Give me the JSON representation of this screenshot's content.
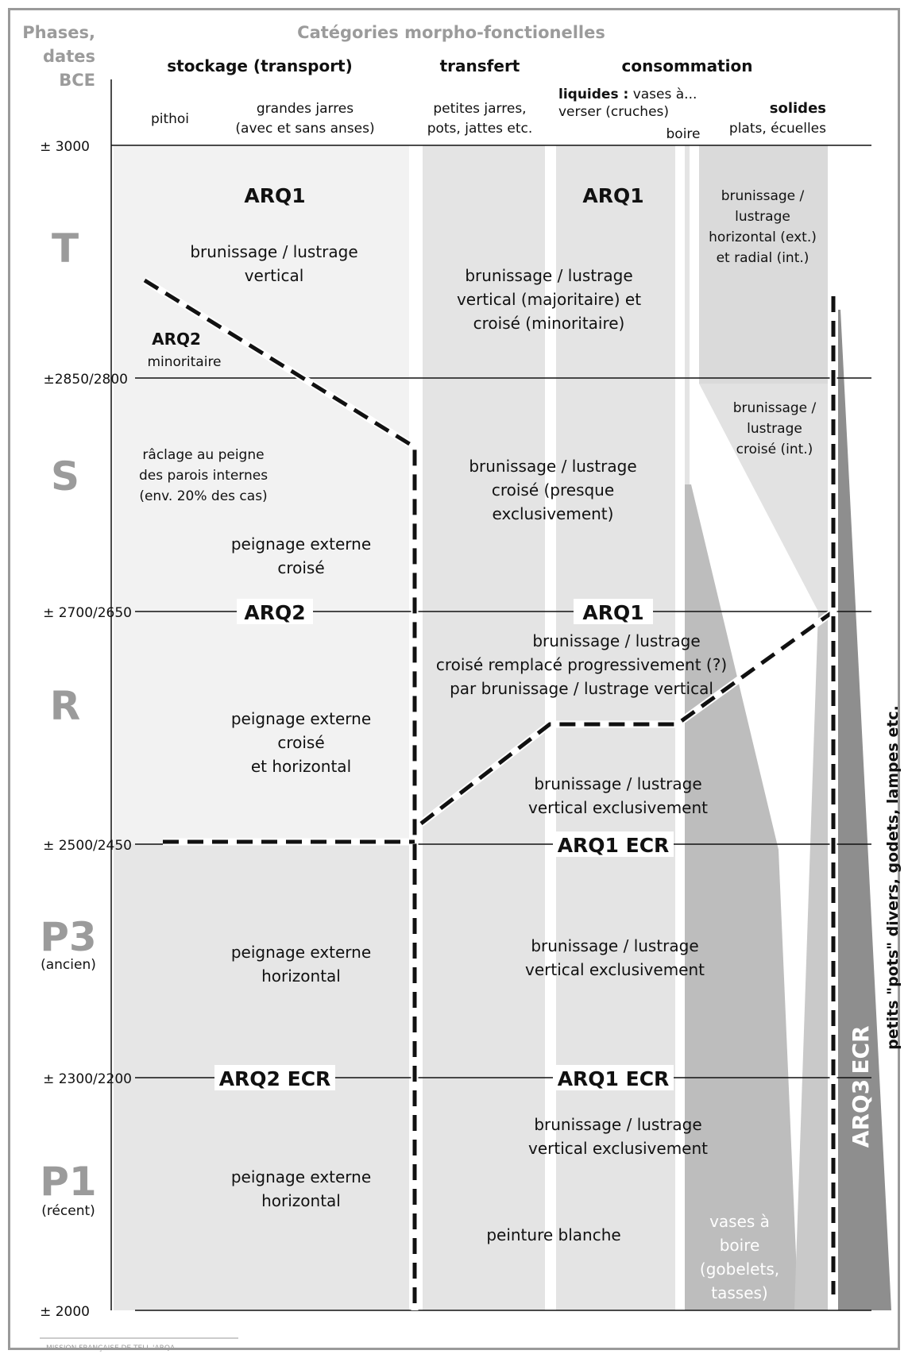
{
  "header": {
    "phases_line1": "Phases,",
    "phases_line2": "dates",
    "phases_line3": "BCE",
    "categories_title": "Catégories morpho-fonctionelles",
    "stockage": "stockage (transport)",
    "transfert": "transfert",
    "consommation": "consommation",
    "pithoi": "pithoi",
    "grandes_jarres_1": "grandes jarres",
    "grandes_jarres_2": "(avec et sans anses)",
    "petites_jarres_1": "petites jarres,",
    "petites_jarres_2": "pots, jattes etc.",
    "liquides_bold": "liquides :",
    "liquides_rest": " vases à...",
    "liquides_2": "verser (cruches)",
    "boire": "boire",
    "solides": "solides",
    "plats": "plats, écuelles"
  },
  "dates": [
    "± 3000",
    "±2850/2800",
    "± 2700/2650",
    "± 2500/2450",
    "± 2300/2200",
    "± 2000"
  ],
  "phases": {
    "T": "T",
    "S": "S",
    "R": "R",
    "P3": "P3",
    "P3_sub": "(ancien)",
    "P1": "P1",
    "P1_sub": "(récent)"
  },
  "labels": {
    "arq1_t_left": "ARQ1",
    "arq1_t_right": "ARQ1",
    "t_left_1": "brunissage / lustrage",
    "t_left_2": "vertical",
    "t_mid_1": "brunissage / lustrage",
    "t_mid_2": "vertical (majoritaire) et",
    "t_mid_3": "croisé (minoritaire)",
    "t_right_1": "brunissage /",
    "t_right_2": "lustrage",
    "t_right_3": "horizontal (ext.)",
    "t_right_4": "et radial (int.)",
    "arq2_min_1": "ARQ2",
    "arq2_min_2": "minoritaire",
    "s_right_1": "brunissage /",
    "s_right_2": "lustrage",
    "s_right_3": "croisé (int.)",
    "s_left_1": "râclage au peigne",
    "s_left_2": "des parois internes",
    "s_left_3": "(env. 20% des cas)",
    "s_mid_1": "brunissage / lustrage",
    "s_mid_2": "croisé (presque",
    "s_mid_3": "exclusivement)",
    "s_peig_1": "peignage externe",
    "s_peig_2": "croisé",
    "arq2_r": "ARQ2",
    "arq1_r": "ARQ1",
    "r_mid_1": "brunissage / lustrage",
    "r_mid_2": "croisé remplacé progressivement (?)",
    "r_mid_3": "par brunissage / lustrage vertical",
    "r_left_1": "peignage externe",
    "r_left_2": "croisé",
    "r_left_3": "et horizontal",
    "r_low_1": "brunissage / lustrage",
    "r_low_2": "vertical exclusivement",
    "arq1_ecr_p3": "ARQ1 ECR",
    "p3_left_1": "peignage externe",
    "p3_left_2": "horizontal",
    "p3_mid_1": "brunissage / lustrage",
    "p3_mid_2": "vertical exclusivement",
    "arq2_ecr": "ARQ2 ECR",
    "arq1_ecr_p1": "ARQ1 ECR",
    "p1_mid_1": "brunissage / lustrage",
    "p1_mid_2": "vertical exclusivement",
    "p1_left_1": "peignage externe",
    "p1_left_2": "horizontal",
    "peinture": "peinture blanche",
    "vases_1": "vases à",
    "vases_2": "boire",
    "vases_3": "(gobelets,",
    "vases_4": "tasses)",
    "arq3": "ARQ3",
    "ecr": "ECR",
    "petits_pots": "petits \"pots\" divers, godets, lampes etc."
  },
  "footer": {
    "mission": "MISSION FRANÇAISE DE TELL 'ARQA"
  }
}
